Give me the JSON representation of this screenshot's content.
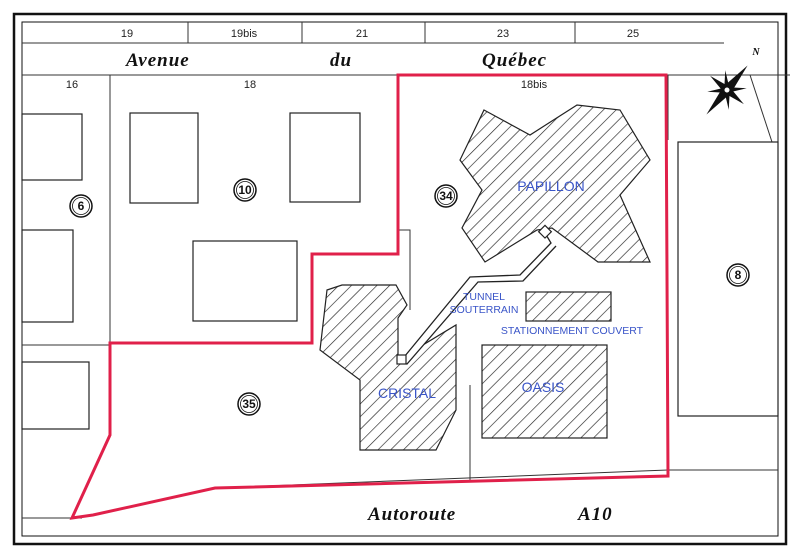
{
  "map": {
    "top_street_numbers": [
      "19",
      "19bis",
      "21",
      "23",
      "25"
    ],
    "top_street_name": [
      "Avenue",
      "du",
      "Québec"
    ],
    "bottom_street_name": [
      "Autoroute",
      "A10"
    ],
    "lot_numbers": [
      "16",
      "18",
      "18bis"
    ],
    "parcel_circles": [
      "6",
      "10",
      "34",
      "35",
      "8"
    ],
    "buildings": {
      "papillon": "PAPILLON",
      "cristal": "CRISTAL",
      "oasis": "OASIS",
      "tunnel_line1": "TUNNEL",
      "tunnel_line2": "SOUTERRAIN",
      "parking": "STATIONNEMENT COUVERT"
    },
    "north_label": "N",
    "colors": {
      "boundary": "#e0204a",
      "building_label": "#3a55c8",
      "lines": "#333333"
    }
  }
}
